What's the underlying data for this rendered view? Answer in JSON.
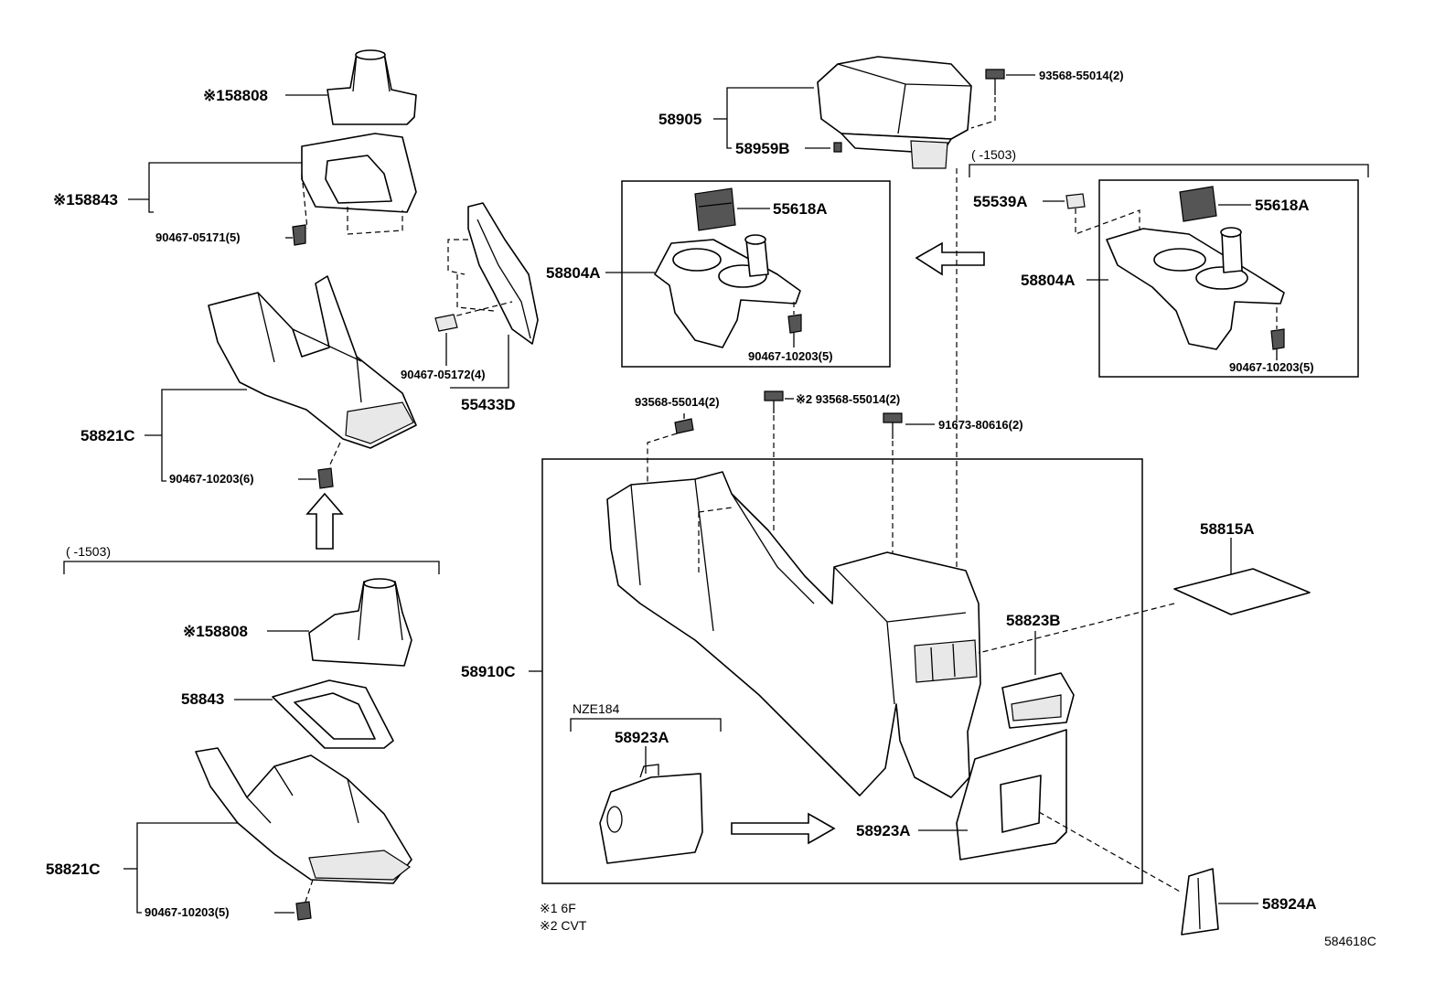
{
  "labels": {
    "knob_boot_top": "※158808",
    "bezel_top": "※158843",
    "clip_top": "90467-05171(5)",
    "panel_top": "58821C",
    "clip_panel_top": "90467-10203(6)",
    "range_left": "(      -1503)",
    "knob_boot_bottom": "※158808",
    "bezel_bottom": "58843",
    "panel_bottom": "58821C",
    "clip_panel_bottom": "90467-10203(5)",
    "side_trim": "55433D",
    "clip_side": "90467-05172(4)",
    "armrest": "58905",
    "armrest_screw": "58959B",
    "bolt_top": "93568-55014(2)",
    "range_right": "(      -1503)",
    "holder_mat_left": "55618A",
    "cup_holder_left": "58804A",
    "clip_cup_left": "90467-10203(5)",
    "plug_right": "55539A",
    "holder_mat_right": "55618A",
    "cup_holder_right": "58804A",
    "clip_cup_right": "90467-10203(5)",
    "screw_left": "93568-55014(2)",
    "screw_cvt": "※2 93568-55014(2)",
    "bolt_mid": "91673-80616(2)",
    "console_box": "58910C",
    "mat": "58815A",
    "pocket": "58823B",
    "model_tag": "NZE184",
    "cover_left": "58923A",
    "cover_right": "58923A",
    "cap": "58924A",
    "note1": "※1 6F",
    "note2": "※2 CVT",
    "diagram_code": "584618C"
  },
  "colors": {
    "line": "#000000",
    "background": "#ffffff",
    "shade": "#e8e8e8"
  }
}
